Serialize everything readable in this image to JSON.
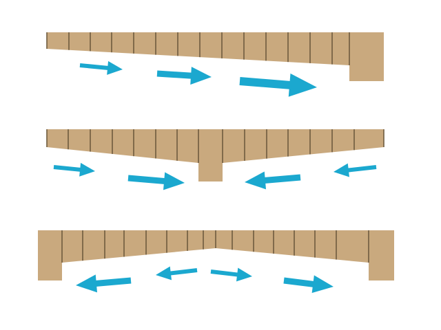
{
  "colors": {
    "beam": "#c9a97e",
    "divider": "#6e5a3e",
    "arrow": "#1ba8cf",
    "background": "#ffffff"
  },
  "diagrams": [
    {
      "id": "beam-tapered-right",
      "arrows": [
        "right",
        "right",
        "right"
      ],
      "arrow_sizes": [
        "small",
        "medium",
        "large"
      ]
    },
    {
      "id": "beam-converging-center",
      "arrows": [
        "right",
        "right",
        "left",
        "left"
      ],
      "arrow_sizes": [
        "small",
        "medium",
        "medium",
        "small"
      ]
    },
    {
      "id": "beam-diverging-ends",
      "arrows": [
        "left",
        "left",
        "right",
        "right"
      ],
      "arrow_sizes": [
        "medium",
        "small",
        "small",
        "medium"
      ]
    }
  ]
}
